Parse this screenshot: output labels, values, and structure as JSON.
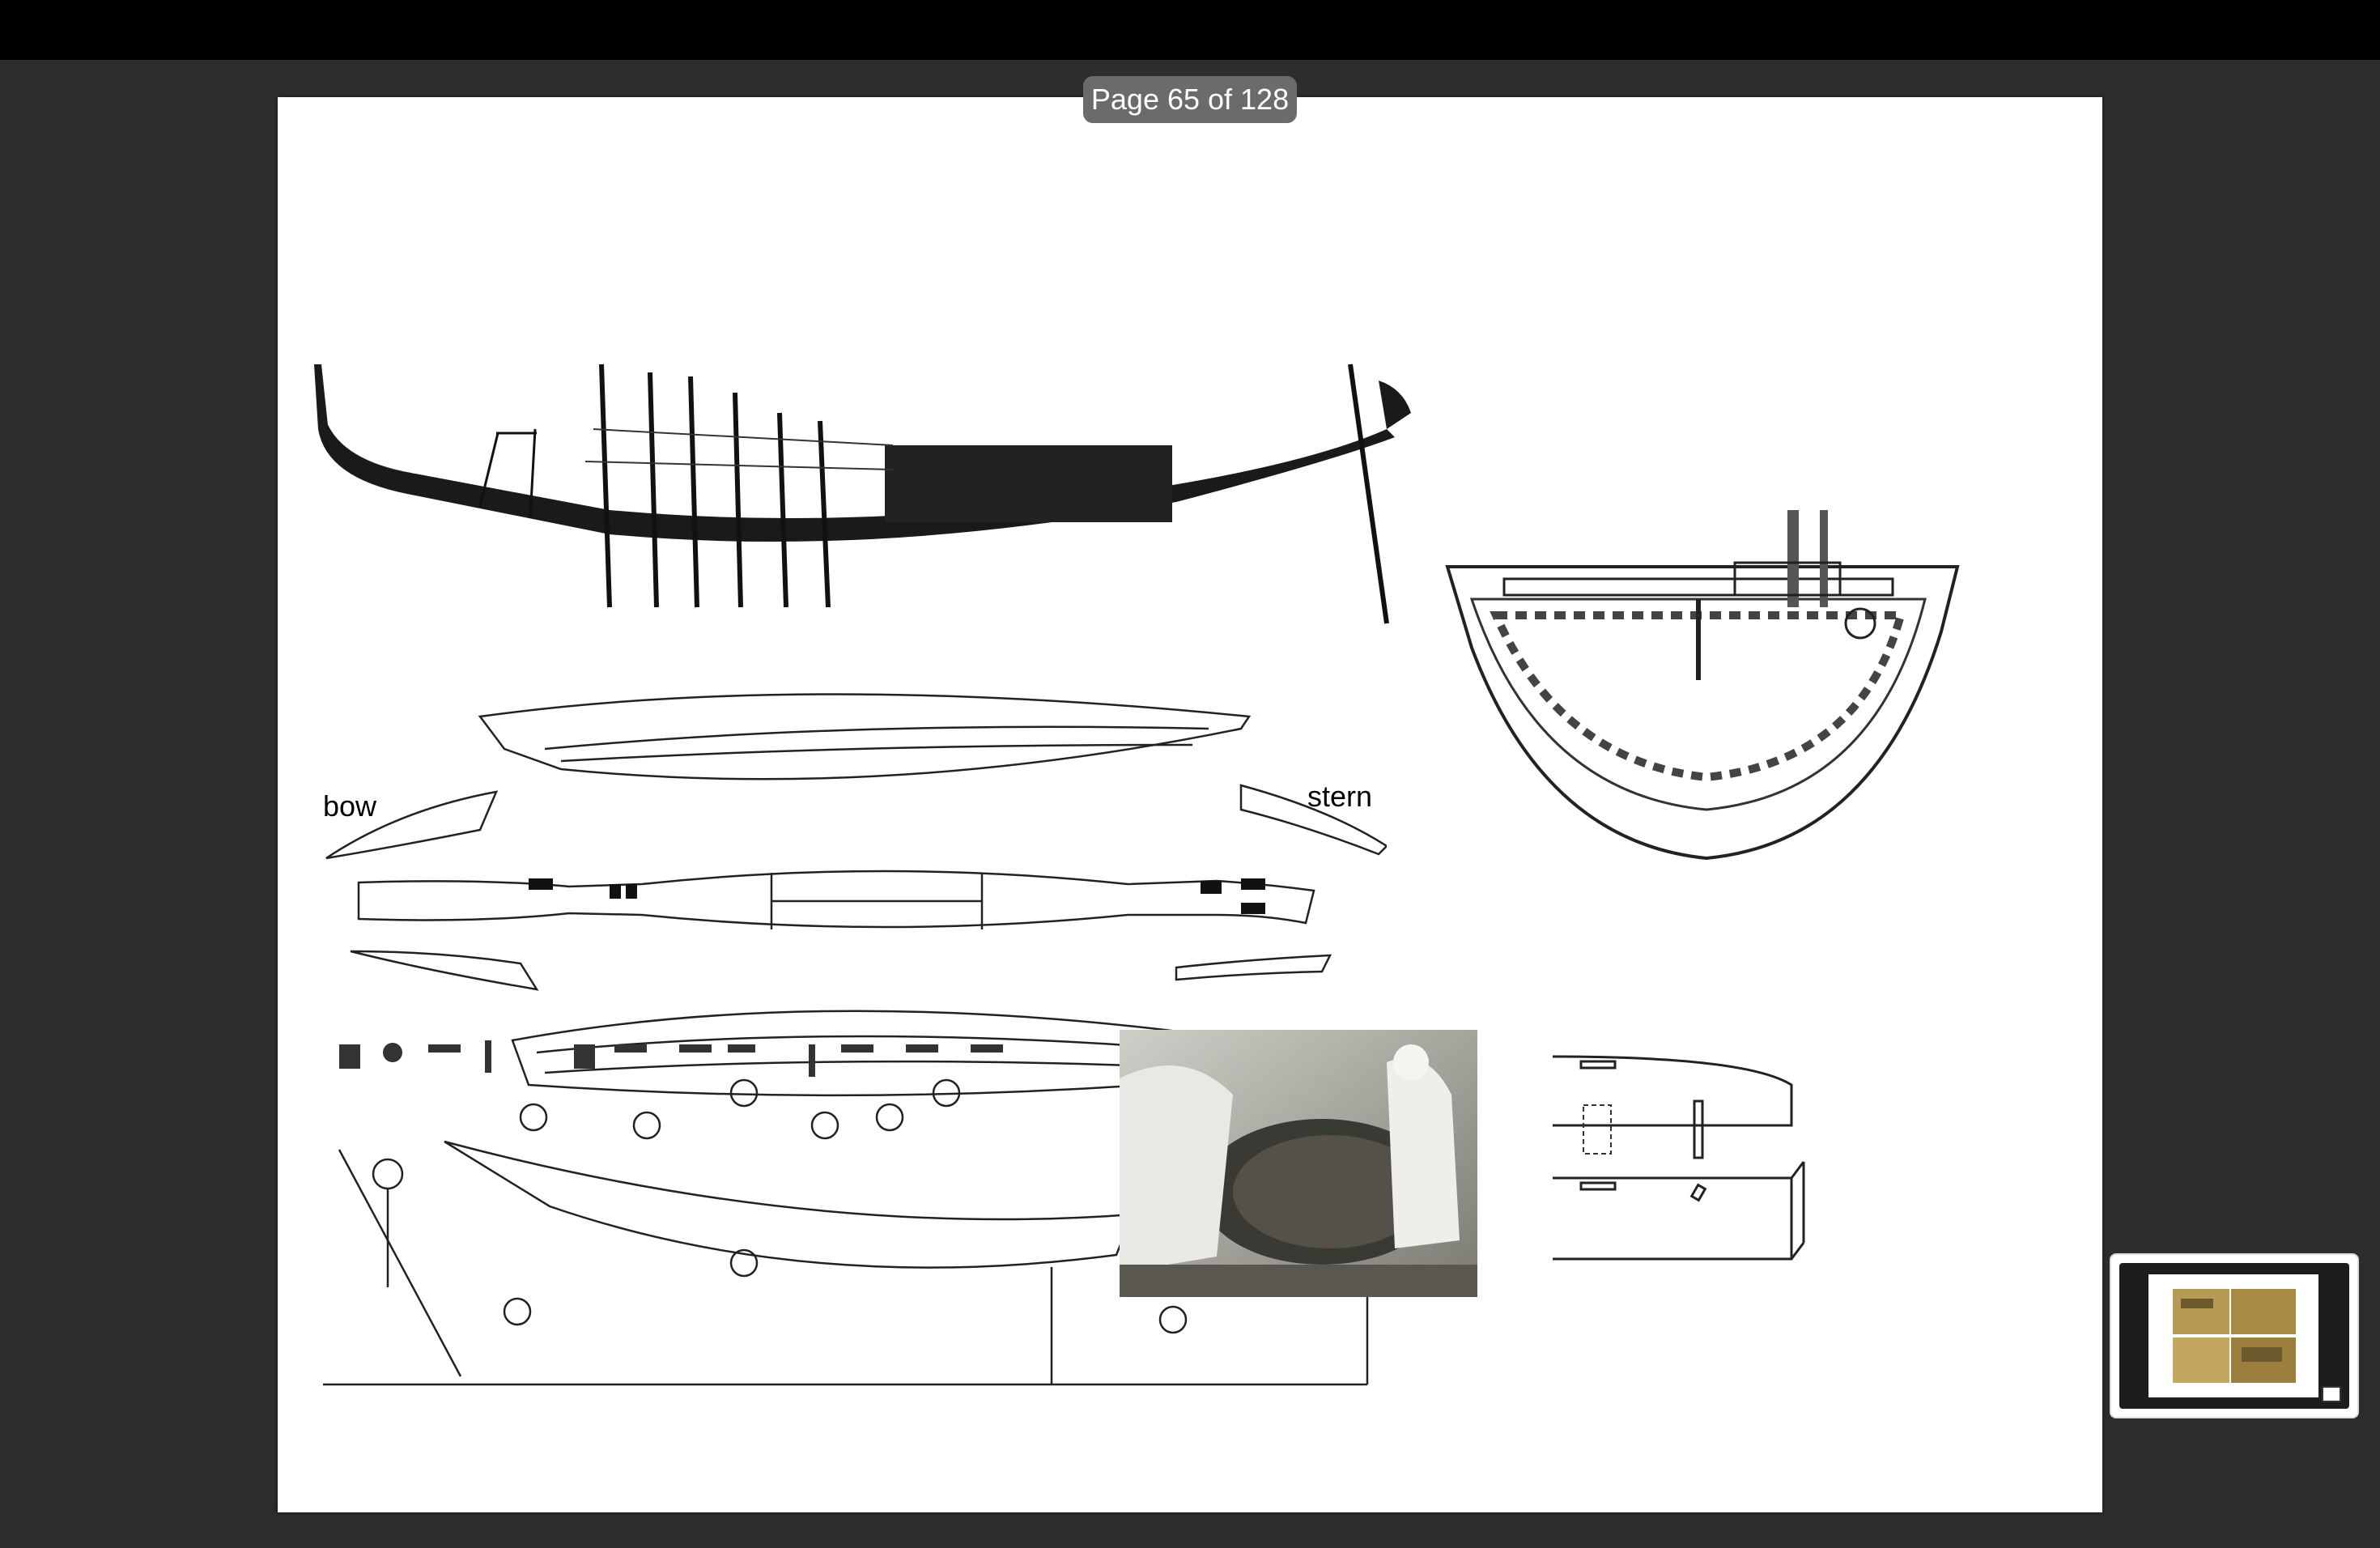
{
  "viewer": {
    "page_indicator": "Page 65 of 128"
  },
  "figure": {
    "bow_label": "bow",
    "stern_label": "stern"
  },
  "thumbnail": {
    "icon": "page-thumbnail"
  }
}
